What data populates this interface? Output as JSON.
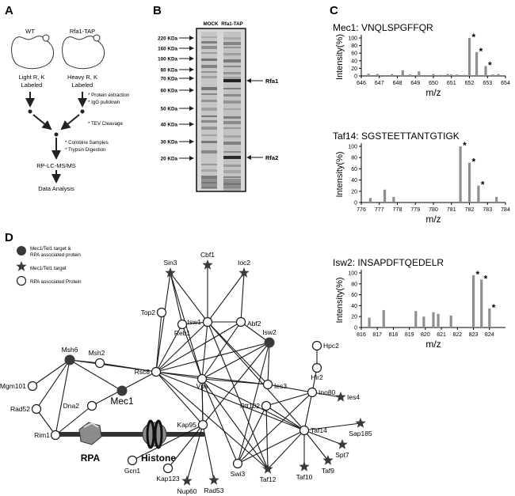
{
  "panels": {
    "A": {
      "label": "A",
      "wt": {
        "title": "WT",
        "line1": "Light R, K",
        "line2": "Labeled"
      },
      "rfa": {
        "title": "Rfa1-TAP",
        "line1": "Heavy R, K",
        "line2": "Labeled"
      },
      "step_protein_extraction": "* Protein extraction",
      "step_igg": "* IgG pulldown",
      "step_tev": "* TEV Cleavage",
      "step_combine": "* Combine Samples",
      "step_trypsin": "* Trypsin Digestion",
      "rplc": "RP-LC-MS/MS",
      "analysis": "Data Analysis"
    },
    "B": {
      "label": "B",
      "lane_labels": [
        "MOCK",
        "Rfa1-TAP"
      ],
      "markers": [
        "220 KDa",
        "160 KDa",
        "100 KDa",
        "80 KDa",
        "70 KDa",
        "60 KDa",
        "50 KDa",
        "40 KDa",
        "30 KDa",
        "20 KDa"
      ],
      "band_labels": [
        "Rfa1",
        "Rfa2"
      ]
    },
    "C": {
      "label": "C",
      "ylabel": "Intensity(%)",
      "xlabel": "m/z"
    },
    "D": {
      "label": "D",
      "legend": {
        "item1_line1": "Mec1/Tel1 target &",
        "item1_line2": "RPA associated protein",
        "item2": "Mec1/Tel1 target",
        "item3": "RPA associated Protein"
      },
      "rpa_label": "RPA",
      "histone_label": "Histone",
      "nodes": {
        "Cbf1": "Cbf1",
        "Sin3": "Sin3",
        "Ioc2": "Ioc2",
        "Top2": "Top2",
        "Reb1": "Reb1",
        "Isw1": "Isw1",
        "Abf2": "Abf2",
        "Isw2": "Isw2",
        "Hpc2": "Hpc2",
        "Hir2": "Hir2",
        "Msh2": "Msh2",
        "Msh6": "Msh6",
        "Mgm101": "Mgm101",
        "Rad52": "Rad52",
        "Dna2": "Dna2",
        "Rim1": "Rim1",
        "Mec1": "Mec1",
        "Rsc8": "Rsc8",
        "Vps": "Vps",
        "Ies3": "Ies3",
        "Ino80": "Ino80",
        "Ies4": "Ies4",
        "Rtt102": "Rtt102",
        "Taf14": "Taf14",
        "Sap185": "Sap185",
        "Spt7": "Spt7",
        "Taf9": "Taf9",
        "Taf10": "Taf10",
        "Taf12": "Taf12",
        "Swi3": "Swi3",
        "Kap95": "Kap95",
        "Gcn1": "Gcn1",
        "Kap123": "Kap123",
        "Nup60": "Nup60",
        "Rad53": "Rad53"
      }
    }
  },
  "chart_data": [
    {
      "type": "bar",
      "title": "Mec1: VNQLSPGFFQR",
      "xlabel": "m/z",
      "ylabel": "Intensity(%)",
      "xlim": [
        646,
        654
      ],
      "ylim": [
        0,
        100
      ],
      "xticks": [
        646,
        647,
        648,
        649,
        650,
        651,
        652,
        653,
        654
      ],
      "yticks": [
        0,
        20,
        40,
        60,
        80,
        100
      ],
      "x": [
        646.4,
        646.9,
        647.7,
        648.3,
        648.7,
        649.2,
        650.0,
        650.4,
        650.8,
        651.0,
        651.3,
        651.7,
        652.0,
        652.4,
        652.9,
        653.3,
        653.6
      ],
      "values": [
        6,
        5,
        5,
        15,
        4,
        12,
        5,
        3,
        5,
        4,
        4,
        3,
        100,
        63,
        26,
        4,
        5
      ],
      "annotations": [
        {
          "x": 652.0,
          "text": "*"
        },
        {
          "x": 652.4,
          "text": "*"
        },
        {
          "x": 652.9,
          "text": "*"
        }
      ]
    },
    {
      "type": "bar",
      "title": "Taf14: SGSTEETTANTGTIGK",
      "xlabel": "m/z",
      "ylabel": "Intensity(%)",
      "xlim": [
        776,
        784
      ],
      "ylim": [
        0,
        100
      ],
      "xticks": [
        776,
        777,
        778,
        779,
        780,
        781,
        782,
        783,
        784
      ],
      "yticks": [
        0,
        20,
        40,
        60,
        80,
        100
      ],
      "x": [
        776.5,
        777.3,
        777.8,
        781.5,
        782.0,
        782.5,
        783.5
      ],
      "values": [
        8,
        23,
        10,
        100,
        71,
        30,
        10
      ],
      "annotations": [
        {
          "x": 781.5,
          "text": "*"
        },
        {
          "x": 782.0,
          "text": "*"
        },
        {
          "x": 782.5,
          "text": "*"
        }
      ]
    },
    {
      "type": "bar",
      "title": "Isw2: INSAPDFTQEDELR",
      "xlabel": "m/z",
      "ylabel": "Intensity(%)",
      "xlim": [
        816,
        825
      ],
      "ylim": [
        0,
        100
      ],
      "xticks": [
        816,
        817,
        818,
        819,
        820,
        821,
        822,
        823,
        824
      ],
      "yticks": [
        0,
        20,
        40,
        60,
        80,
        100
      ],
      "x": [
        816.5,
        817.4,
        819.4,
        819.9,
        820.5,
        820.8,
        821.6,
        823.0,
        823.5,
        824.0
      ],
      "values": [
        18,
        32,
        30,
        20,
        28,
        25,
        22,
        96,
        88,
        35
      ],
      "annotations": [
        {
          "x": 823.0,
          "text": "*"
        },
        {
          "x": 823.5,
          "text": "*"
        },
        {
          "x": 824.0,
          "text": "*"
        }
      ]
    }
  ]
}
